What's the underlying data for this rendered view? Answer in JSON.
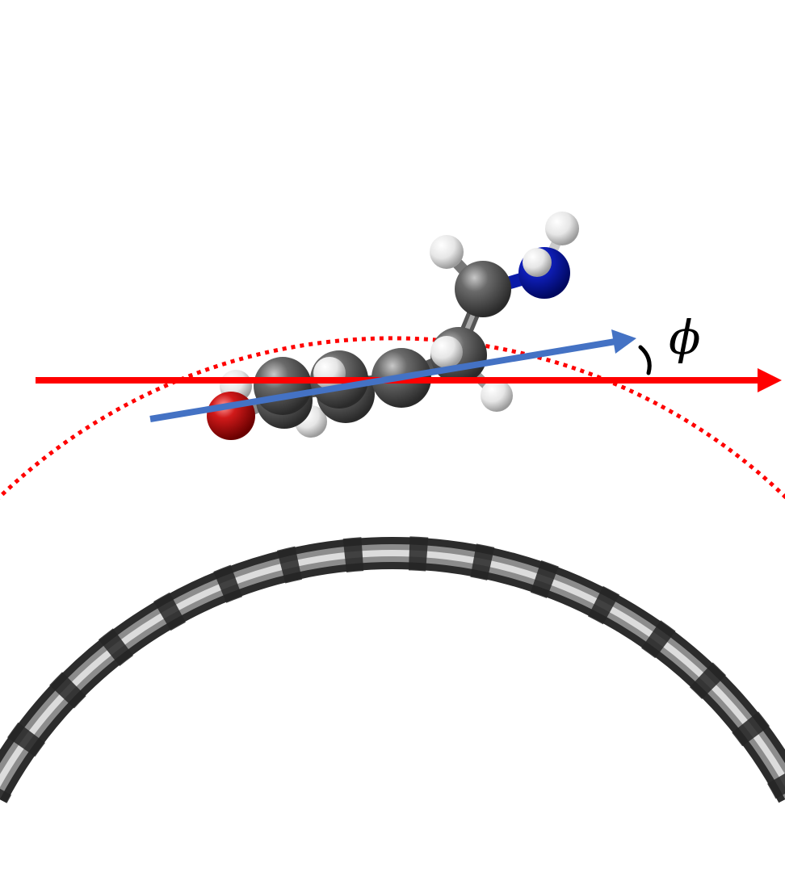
{
  "figure": {
    "angle_symbol": "ϕ"
  },
  "colors": {
    "reference_axis": "#ff0000",
    "molecule_axis": "#4472c4",
    "tube_wall": "#4a4a4a",
    "tube_highlight": "#d0d0d0",
    "carbon": "#555555",
    "hydrogen": "#e8e8e8",
    "oxygen": "#cc1010",
    "nitrogen": "#0a1aa8",
    "angle_arc": "#000000"
  },
  "elements": {
    "molecule_atoms": [
      "carbon",
      "hydrogen",
      "oxygen",
      "nitrogen"
    ],
    "annotations": [
      "reference-axis-arrow",
      "molecule-axis-arrow",
      "angle-arc",
      "dotted-circle"
    ]
  }
}
